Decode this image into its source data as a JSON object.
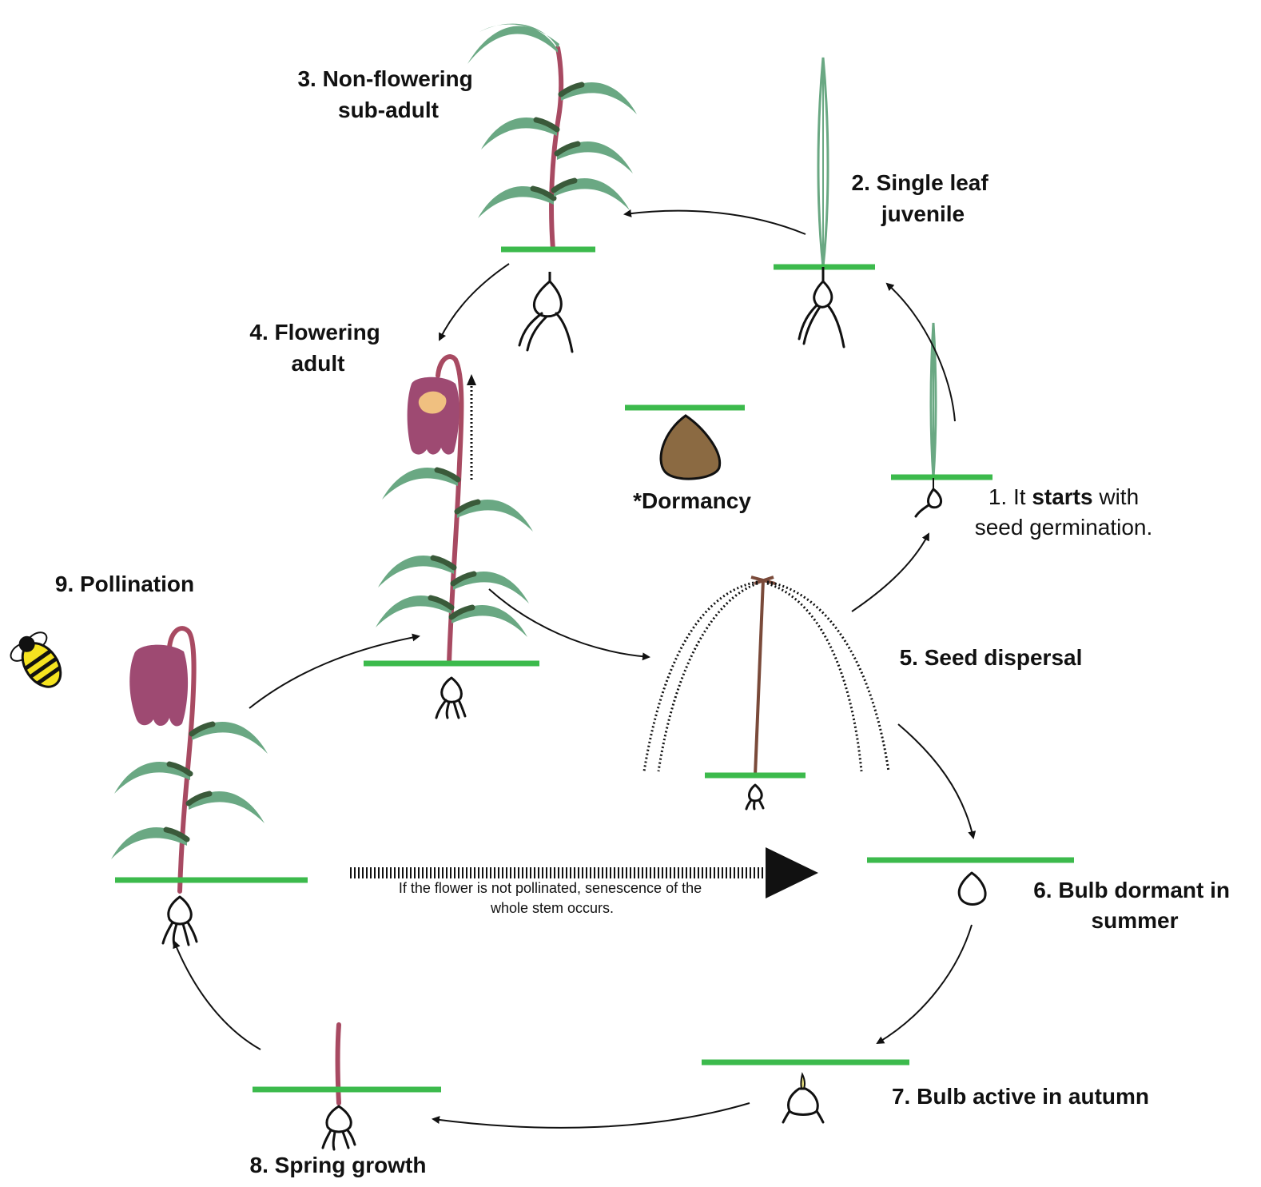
{
  "stages": {
    "s1": {
      "prefix": "1. It ",
      "bold": "starts",
      "suffix": " with",
      "line2": "seed germination."
    },
    "s2": {
      "line1": "2. Single leaf",
      "line2": "juvenile"
    },
    "s3": {
      "line1": "3. Non-flowering",
      "line2": "sub-adult"
    },
    "s4": {
      "line1": "4. Flowering",
      "line2": "adult"
    },
    "s5": {
      "line1": "5. Seed dispersal"
    },
    "s6": {
      "line1": "6. Bulb dormant in",
      "line2": "summer"
    },
    "s7": {
      "line1": "7. Bulb active in autumn"
    },
    "s8": {
      "line1": "8. Spring growth"
    },
    "s9": {
      "line1": "9. Pollination"
    },
    "dormancy": {
      "line1": "*Dormancy"
    }
  },
  "senescence_note": {
    "line1": "If the flower is not pollinated, senescence of the",
    "line2": "whole stem occurs."
  },
  "colors": {
    "ground": "#3cba4c",
    "stem": "#a84a62",
    "leaf": "#6aa883",
    "flower": "#9e4a72",
    "pollen": "#f0c080",
    "seed": "#8b6a42",
    "bee_yellow": "#f5e320"
  },
  "icons": [
    "bee-icon",
    "seed-icon",
    "flower-icon",
    "bulb-icon"
  ]
}
